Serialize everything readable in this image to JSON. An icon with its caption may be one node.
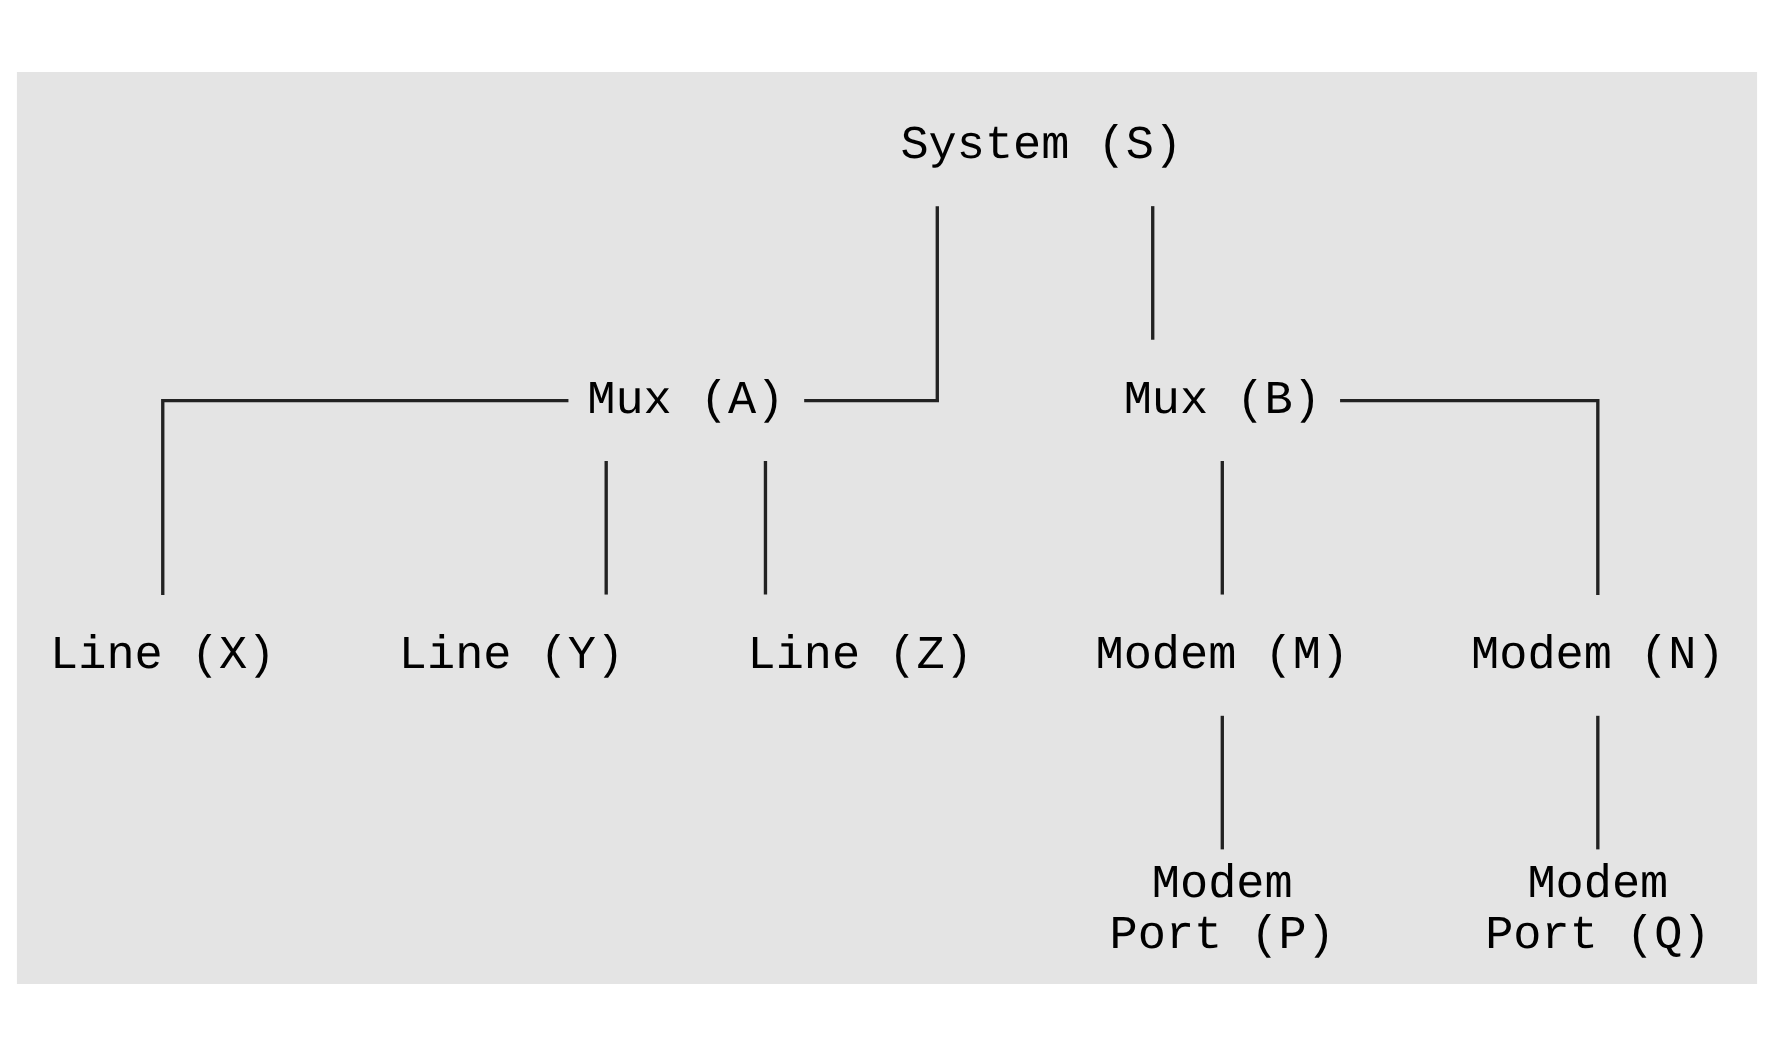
{
  "diagram": {
    "nodes": [
      {
        "text": [
          "System (S)"
        ]
      },
      {
        "text": [
          "Mux (A)"
        ]
      },
      {
        "text": [
          "Mux (B)"
        ]
      },
      {
        "text": [
          "Line (X)"
        ]
      },
      {
        "text": [
          "Line (Y)"
        ]
      },
      {
        "text": [
          "Line (Z)"
        ]
      },
      {
        "text": [
          "Modem (M)"
        ]
      },
      {
        "text": [
          "Modem (N)"
        ]
      },
      {
        "text": [
          "Modem Port (P)"
        ]
      },
      {
        "text": [
          "Modem Port (Q)"
        ]
      }
    ],
    "edges": [
      {
        "from": 0,
        "to": 1,
        "arrow": "none"
      },
      {
        "from": 0,
        "to": 2,
        "arrow": "none"
      },
      {
        "from": 1,
        "to": 3,
        "arrow": "none"
      },
      {
        "from": 1,
        "to": 4,
        "arrow": "none"
      },
      {
        "from": 1,
        "to": 5,
        "arrow": "none"
      },
      {
        "from": 2,
        "to": 6,
        "arrow": "none"
      },
      {
        "from": 2,
        "to": 7,
        "arrow": "none"
      },
      {
        "from": 6,
        "to": 8,
        "arrow": "none"
      },
      {
        "from": 7,
        "to": 9,
        "arrow": "none"
      }
    ]
  }
}
